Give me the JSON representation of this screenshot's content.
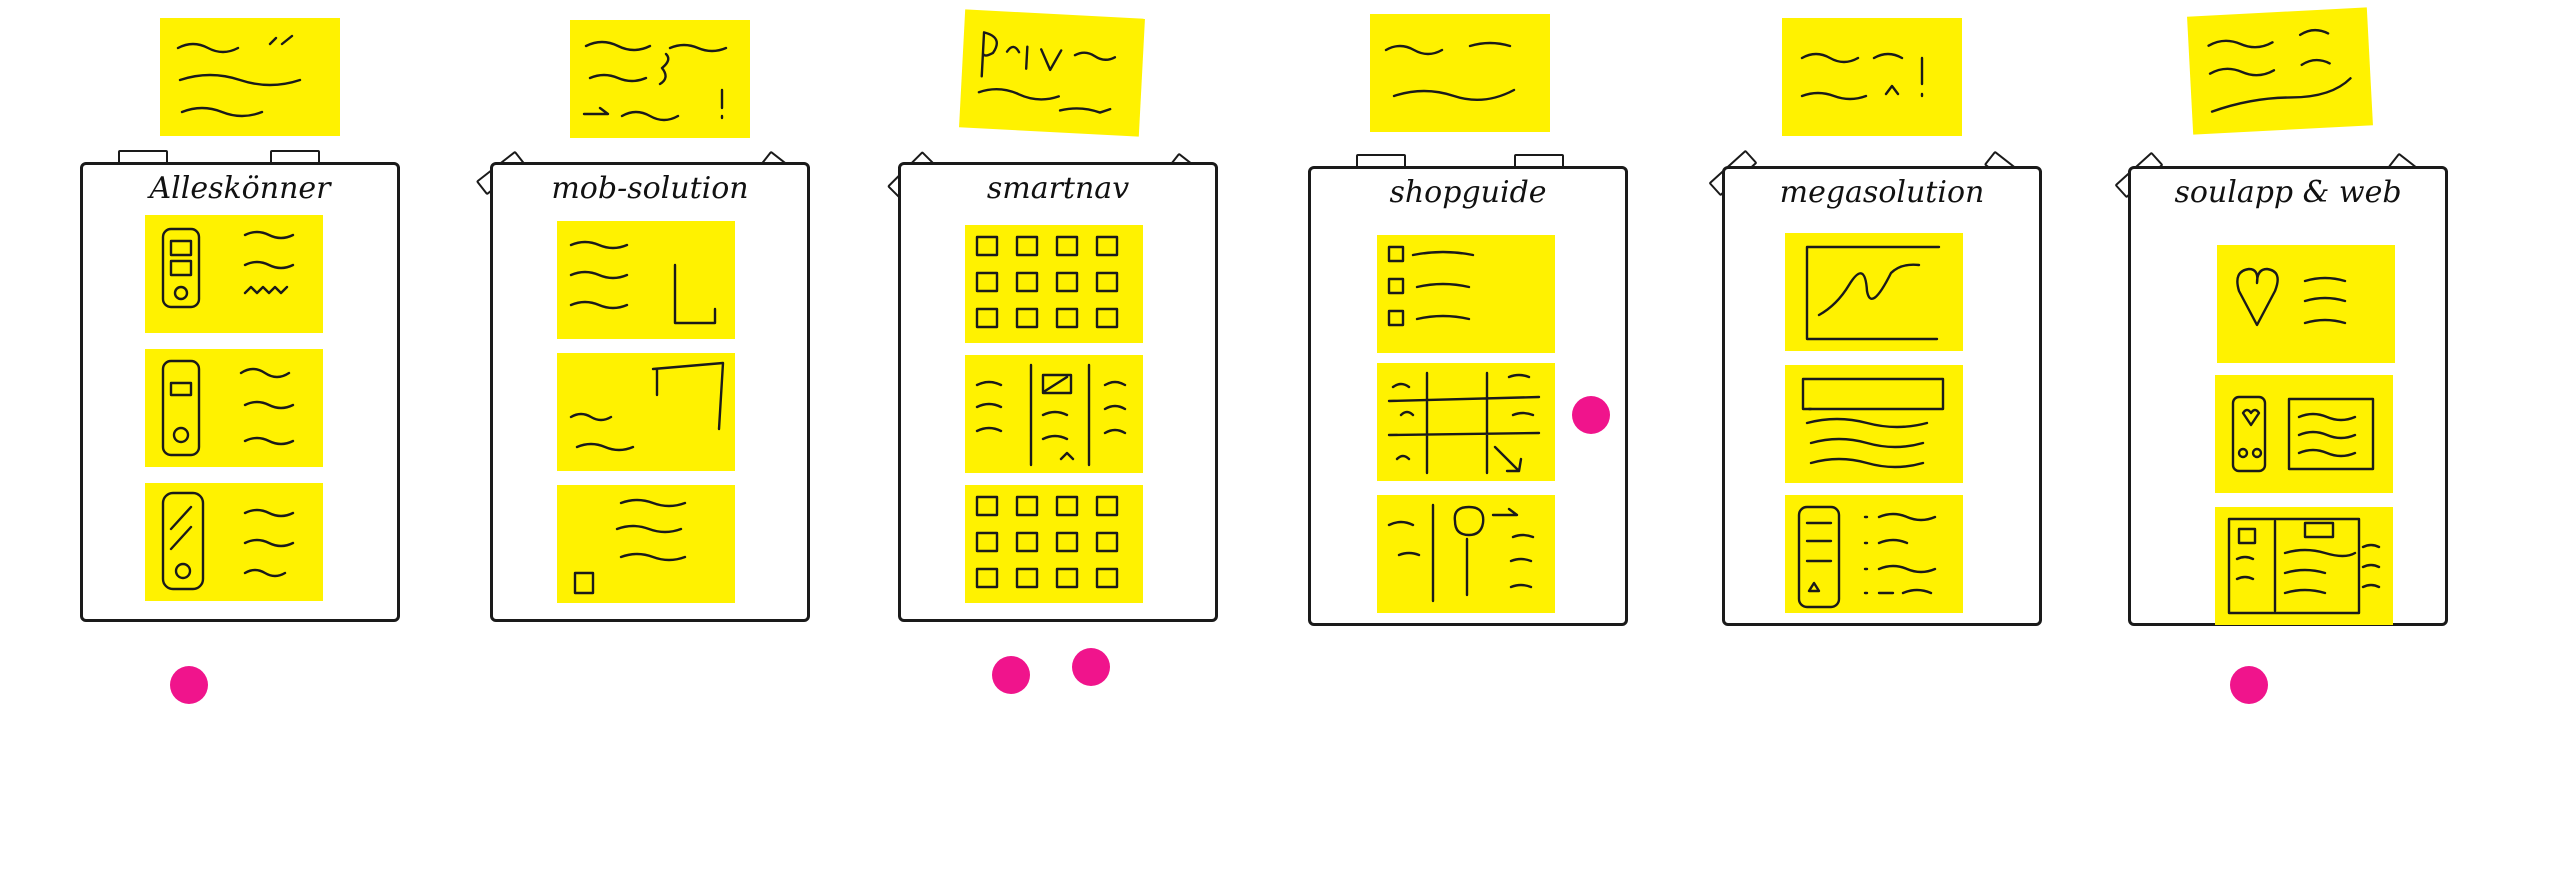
{
  "colors": {
    "sticky": "#fff200",
    "vote_dot": "#f0148c",
    "ink": "#1a1a1a"
  },
  "concepts": [
    {
      "title": "Alleskönner",
      "note": "~~ 1/2",
      "votes": 1
    },
    {
      "title": "mob-solution",
      "note": "~~ 2 →~~!",
      "votes": 0
    },
    {
      "title": "smartnav",
      "note": "Priv~~",
      "votes": 2
    },
    {
      "title": "shopguide",
      "note": "~~",
      "votes": 1
    },
    {
      "title": "megasolution",
      "note": "~~ !",
      "votes": 0
    },
    {
      "title": "soulapp & web",
      "note": "~~",
      "votes": 1
    }
  ]
}
